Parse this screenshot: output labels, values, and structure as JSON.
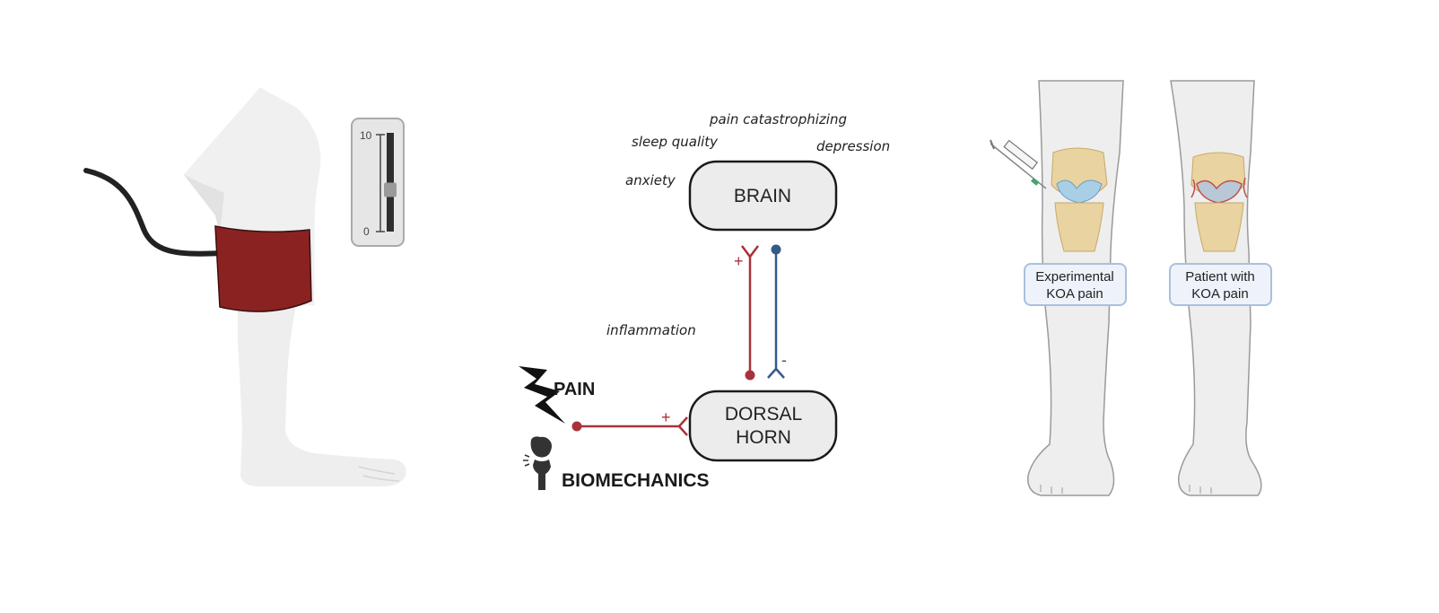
{
  "figure": {
    "panels": {
      "left": {
        "description": "Leg with inflated cuff on thigh and pain rating scale",
        "scale": {
          "max_label": "10",
          "min_label": "0",
          "slider_level": 0.43
        },
        "colors": {
          "cuff": "#8b2222",
          "skin": "#eeeeee",
          "tube": "#222222"
        }
      },
      "center": {
        "brain_label": "BRAIN",
        "dorsal_horn_label_line1": "DORSAL",
        "dorsal_horn_label_line2": "HORN",
        "factors": {
          "pain_catastrophizing": "pain catastrophizing",
          "sleep_quality": "sleep quality",
          "depression": "depression",
          "anxiety": "anxiety",
          "inflammation": "inflammation"
        },
        "inputs": {
          "pain": "PAIN",
          "biomechanics": "BIOMECHANICS"
        },
        "signs": {
          "ascending": "+",
          "descending": "-",
          "peripheral": "+"
        },
        "colors": {
          "ascending": "#a8323a",
          "descending": "#345a8a",
          "box_fill": "#ececec",
          "box_stroke": "#1a1a1a"
        }
      },
      "right": {
        "legs": [
          {
            "label_line1": "Experimental",
            "label_line2": "KOA pain"
          },
          {
            "label_line1": "Patient with",
            "label_line2": "KOA pain"
          }
        ],
        "colors": {
          "label_bg": "#eef3fb",
          "label_border": "#a9c0de"
        }
      }
    }
  }
}
